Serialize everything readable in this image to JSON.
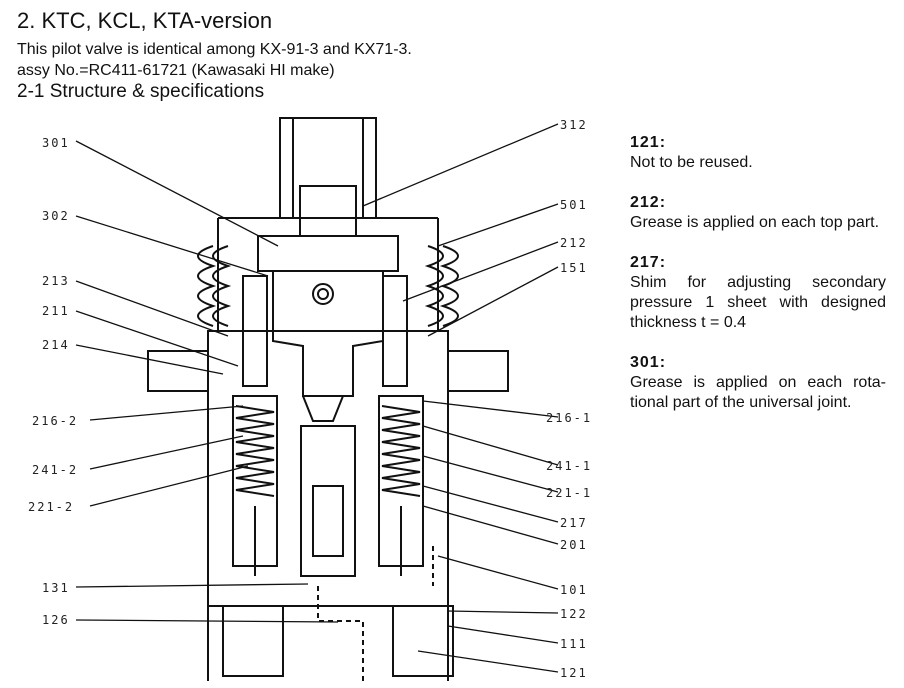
{
  "heading": "2.  KTC, KCL, KTA-version",
  "intro_line1": "This pilot valve is identical among KX-91-3 and KX71-3.",
  "intro_line2": "assy No.=RC411-61721 (Kawasaki HI make)",
  "subheading": "2-1 Structure & specifications",
  "callouts_left": [
    "301",
    "302",
    "213",
    "211",
    "214",
    "216-2",
    "241-2",
    "221-2",
    "131",
    "126"
  ],
  "callouts_right": [
    "312",
    "501",
    "212",
    "151",
    "216-1",
    "241-1",
    "221-1",
    "217",
    "201",
    "101",
    "122",
    "111",
    "121"
  ],
  "notes": [
    {
      "key": "121:",
      "text": "Not to be reused."
    },
    {
      "key": "212:",
      "text": "Grease is applied on each top part."
    },
    {
      "key": "217:",
      "text": "Shim for adjusting secondary pressure 1 sheet with designed thickness t = 0.4"
    },
    {
      "key": "301:",
      "text": "Grease is applied on each rota-tional part of the universal joint."
    }
  ]
}
